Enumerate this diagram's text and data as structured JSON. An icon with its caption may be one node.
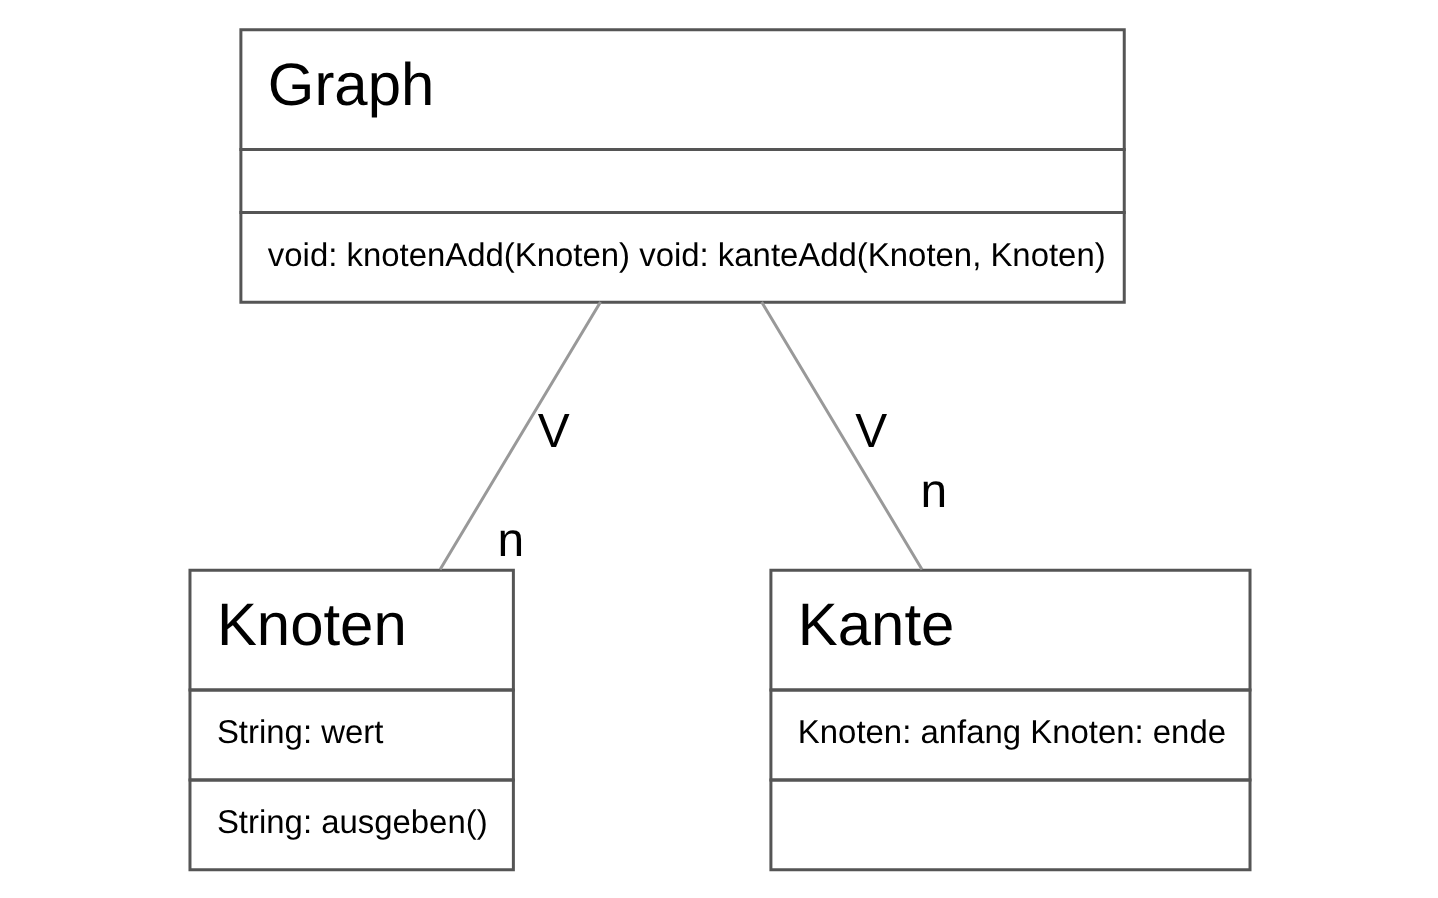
{
  "diagram": {
    "nodes": [
      {
        "text": [
          "Graph",
          "void: knotenAdd(Knoten) void: kanteAdd(Knoten, Knoten)"
        ]
      },
      {
        "text": [
          "Knoten",
          "String: wert",
          "String: ausgeben()"
        ]
      },
      {
        "text": [
          "Kante",
          "Knoten: anfang Knoten: ende"
        ]
      }
    ],
    "edges": [
      {
        "from": 0,
        "to": 1,
        "arrow": "none",
        "label": "V"
      },
      {
        "from": 0,
        "to": 2,
        "arrow": "none",
        "label": "V"
      }
    ],
    "labels": [
      "n",
      "n"
    ]
  }
}
